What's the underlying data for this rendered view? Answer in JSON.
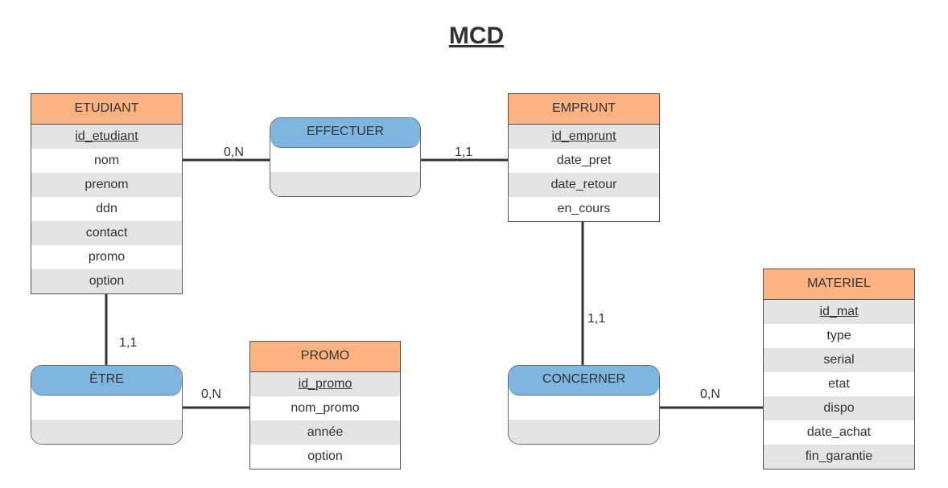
{
  "title": "MCD",
  "entities": {
    "etudiant": {
      "name": "ETUDIANT",
      "key": "id_etudiant",
      "attributes": [
        "nom",
        "prenom",
        "ddn",
        "contact",
        "promo",
        "option"
      ]
    },
    "emprunt": {
      "name": "EMPRUNT",
      "key": "id_emprunt",
      "attributes": [
        "date_pret",
        "date_retour",
        "en_cours"
      ]
    },
    "promo": {
      "name": "PROMO",
      "key": "id_promo",
      "attributes": [
        "nom_promo",
        "année",
        "option"
      ]
    },
    "materiel": {
      "name": "MATERIEL",
      "key": "id_mat",
      "attributes": [
        "type",
        "serial",
        "etat",
        "dispo",
        "date_achat",
        "fin_garantie"
      ]
    }
  },
  "associations": {
    "effectuer": {
      "name": "EFFECTUER"
    },
    "etre": {
      "name": "ÊTRE"
    },
    "concerner": {
      "name": "CONCERNER"
    }
  },
  "cardinalities": {
    "etudiant_effectuer": "0,N",
    "effectuer_emprunt": "1,1",
    "etudiant_etre": "1,1",
    "etre_promo": "0,N",
    "emprunt_concerner": "1,1",
    "concerner_materiel": "0,N"
  }
}
